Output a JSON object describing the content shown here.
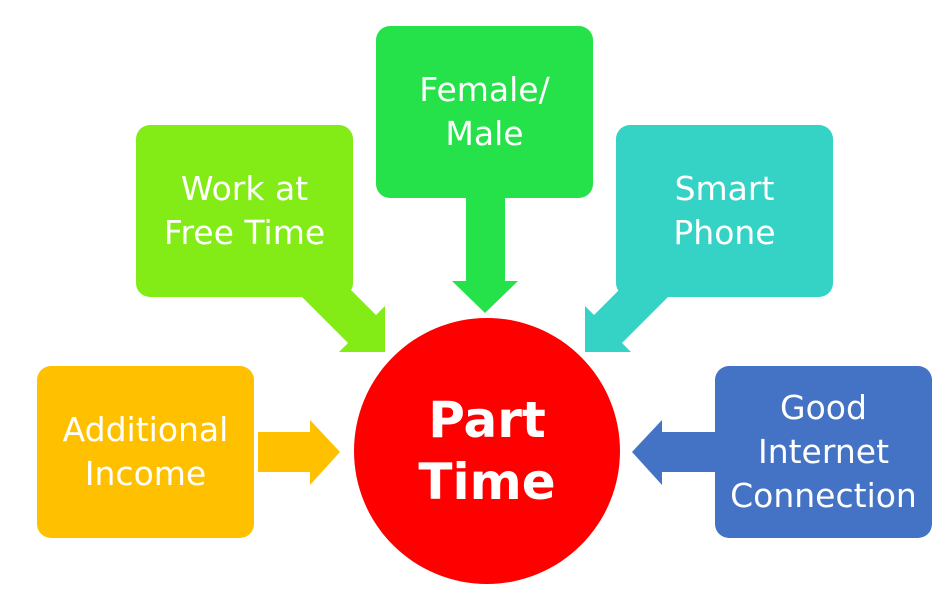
{
  "center": {
    "line1": "Part",
    "line2": "Time",
    "color": "#ff0000"
  },
  "factors": [
    {
      "id": "additional-income",
      "lines": [
        "Additional",
        "Income"
      ],
      "color": "#ffc000"
    },
    {
      "id": "work-at-free-time",
      "lines": [
        "Work at",
        "Free Time"
      ],
      "color": "#83ec17"
    },
    {
      "id": "female-male",
      "lines": [
        "Female/",
        "Male"
      ],
      "color": "#25e24a"
    },
    {
      "id": "smart-phone",
      "lines": [
        "Smart",
        "Phone"
      ],
      "color": "#35d3c6"
    },
    {
      "id": "good-internet-connection",
      "lines": [
        "Good",
        "Internet",
        "Connection"
      ],
      "color": "#4472c4"
    }
  ]
}
